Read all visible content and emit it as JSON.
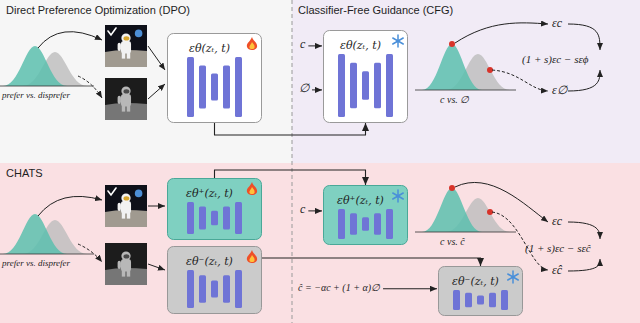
{
  "diagram": {
    "nodes": [
      {
        "text": [
          "Direct Preference Optimization (DPO)"
        ]
      },
      {
        "text": [
          "εθ(zₜ, t)"
        ],
        "in": 0
      },
      {
        "text": [
          "Classifier-Free Guidance (CFG)"
        ]
      },
      {
        "text": [
          "εθ(zₜ, t)"
        ],
        "in": 2
      },
      {
        "text": [
          "CHATS"
        ]
      },
      {
        "text": [
          "εθ⁺(zₜ, t)"
        ],
        "in": 4
      },
      {
        "text": [
          "εθ⁻(zₜ, t)"
        ],
        "in": 4
      },
      {
        "text": [
          "εθ⁺(zₜ, t)"
        ],
        "in": 4
      },
      {
        "text": [
          "εθ⁻(zₜ, t)"
        ],
        "in": 4
      }
    ],
    "edges": [
      {
        "from": 1,
        "to": 3,
        "arrow": "to"
      },
      {
        "from": 5,
        "to": 7,
        "arrow": "to"
      },
      {
        "from": 6,
        "to": 8,
        "arrow": "to"
      }
    ],
    "labels": [
      "prefer vs. disprefer",
      "c",
      "∅",
      "c vs. ∅",
      "εc",
      "ε∅",
      "(1 + s)εc − sεϕ",
      "prefer vs. disprefer",
      "c",
      "ĉ = −αc + (1 + α)∅",
      "c vs. ĉ",
      "εc",
      "εĉ",
      "(1 + s)εc − sεĉ"
    ]
  }
}
